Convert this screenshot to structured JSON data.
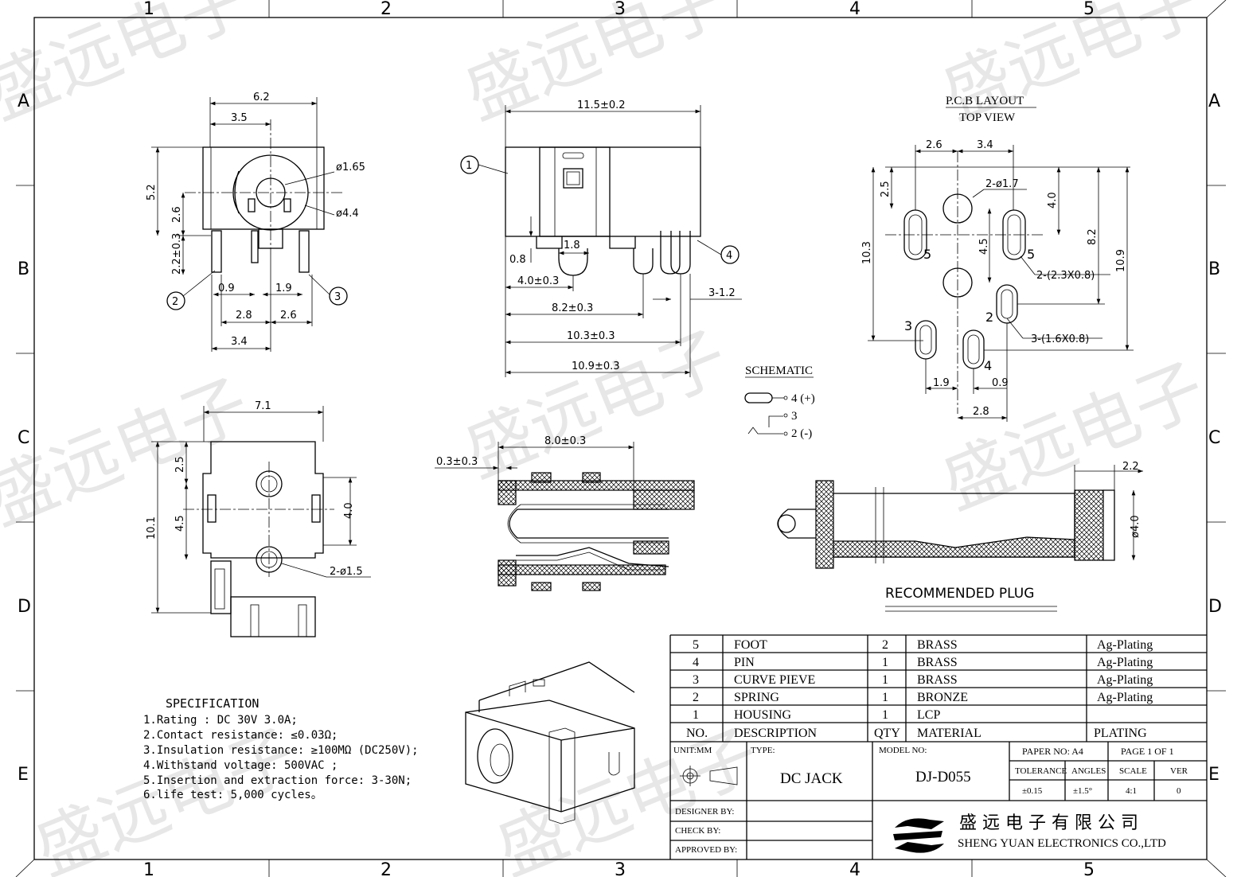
{
  "grid": {
    "cols": [
      "1",
      "2",
      "3",
      "4",
      "5"
    ],
    "rows": [
      "A",
      "B",
      "C",
      "D",
      "E"
    ]
  },
  "watermark": "盛远电子",
  "front_view": {
    "dims": [
      "6.2",
      "3.5",
      "5.2",
      "2.6",
      "2.2±0.3",
      "ø1.65",
      "ø4.4",
      "0.9",
      "1.9",
      "2.8",
      "2.6",
      "3.4"
    ],
    "callouts": [
      "2",
      "3"
    ]
  },
  "side_view": {
    "dims": [
      "11.5±0.2",
      "0.8",
      "1.8",
      "4.0±0.3",
      "8.2±0.3",
      "10.3±0.3",
      "10.9±0.3",
      "3-1.2"
    ],
    "callouts": [
      "1",
      "4"
    ]
  },
  "bottom_view": {
    "dims": [
      "7.1",
      "2.5",
      "4.5",
      "10.1",
      "4.0",
      "2-ø1.5"
    ]
  },
  "pcb_layout": {
    "title": "P.C.B LAYOUT",
    "subtitle": "TOP VIEW",
    "dims": [
      "2.6",
      "3.4",
      "2.5",
      "2-ø1.7",
      "4.0",
      "10.3",
      "4.5",
      "8.2",
      "10.9",
      "2-(2.3X0.8)",
      "3-(1.6X0.8)",
      "1.9",
      "0.9",
      "2.8"
    ],
    "pin_labels": [
      "5",
      "5",
      "2",
      "3",
      "4"
    ]
  },
  "schematic": {
    "title": "SCHEMATIC",
    "pins": [
      "4 (+)",
      "3",
      "2 (-)"
    ]
  },
  "section_view": {
    "dims": [
      "8.0±0.3",
      "0.3±0.3"
    ]
  },
  "plug": {
    "title": "RECOMMENDED    PLUG",
    "dims": [
      "2.2",
      "ø4.0"
    ]
  },
  "specification": {
    "title": "SPECIFICATION",
    "lines": [
      "1.Rating : DC 30V 3.0A;",
      "2.Contact resistance: ≤0.03Ω;",
      "3.Insulation resistance: ≥100MΩ (DC250V);",
      "4.Withstand voltage: 500VAC ;",
      "5.Insertion and extraction force: 3-30N;",
      "6.life test: 5,000 cycles。"
    ]
  },
  "bom": {
    "rows": [
      {
        "no": "5",
        "desc": "FOOT",
        "qty": "2",
        "material": "BRASS",
        "plating": "Ag-Plating"
      },
      {
        "no": "4",
        "desc": "PIN",
        "qty": "1",
        "material": "BRASS",
        "plating": "Ag-Plating"
      },
      {
        "no": "3",
        "desc": "CURVE PIEVE",
        "qty": "1",
        "material": "BRASS",
        "plating": "Ag-Plating"
      },
      {
        "no": "2",
        "desc": "SPRING",
        "qty": "1",
        "material": "BRONZE",
        "plating": "Ag-Plating"
      },
      {
        "no": "1",
        "desc": "HOUSING",
        "qty": "1",
        "material": "LCP",
        "plating": ""
      }
    ],
    "headers": {
      "no": "NO.",
      "desc": "DESCRIPTION",
      "qty": "QTY",
      "material": "MATERIAL",
      "plating": "PLATING"
    }
  },
  "title_block": {
    "unit_label": "UNIT:MM",
    "type_label": "TYPE:",
    "type_value": "DC  JACK",
    "model_label": "MODEL NO:",
    "model_value": "DJ-D055",
    "paper": "PAPER NO: A4",
    "page": "PAGE 1 OF 1",
    "tolerance_label": "TOLERANCE",
    "tolerance_value": "±0.15",
    "angles_label": "ANGLES",
    "angles_value": "±1.5°",
    "scale_label": "SCALE",
    "scale_value": "4:1",
    "ver_label": "VER",
    "ver_value": "0",
    "designer": "DESIGNER BY:",
    "check": "CHECK    BY:",
    "approved": "APPROVED BY:",
    "company_cn": "盛 远 电 子 有 限 公 司",
    "company_en": "SHENG YUAN ELECTRONICS CO.,LTD"
  }
}
